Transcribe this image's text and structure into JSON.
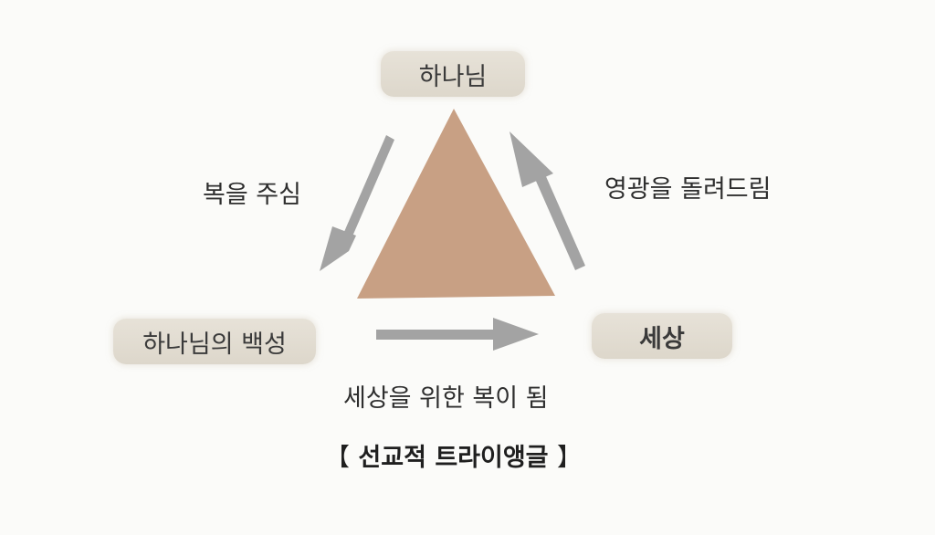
{
  "nodes": {
    "god": "하나님",
    "people": "하나님의 백성",
    "world": "세상"
  },
  "arrows": {
    "god_to_people": "복을 주심",
    "world_to_god": "영광을 돌려드림",
    "people_to_world": "세상을 위한 복이 됨"
  },
  "caption": {
    "open": "【",
    "text": "선교적 트라이앵글",
    "close": "】"
  },
  "colors": {
    "triangle": "#c8a084",
    "arrow": "#a3a3a3",
    "pill": "#e2ddd2"
  }
}
